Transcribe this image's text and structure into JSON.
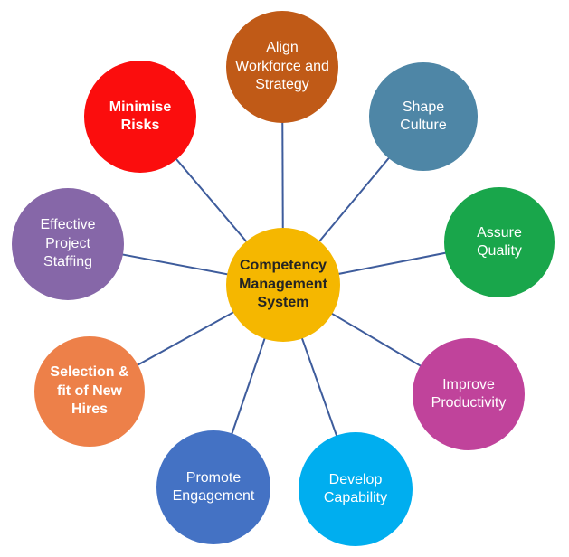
{
  "diagram": {
    "center": {
      "label": "Competency Management System",
      "color": "#F5B700",
      "text_color": "#242424"
    },
    "nodes": [
      {
        "id": "align-workforce-and-strategy",
        "label": "Align Workforce and Strategy",
        "color": "#C05A17",
        "text_color": "#FFFFFF"
      },
      {
        "id": "shape-culture",
        "label": "Shape Culture",
        "color": "#4E86A6",
        "text_color": "#FFFFFF"
      },
      {
        "id": "assure-quality",
        "label": "Assure Quality",
        "color": "#19A64B",
        "text_color": "#FFFFFF"
      },
      {
        "id": "improve-productivity",
        "label": "Improve Productivity",
        "color": "#C0439B",
        "text_color": "#FFFFFF"
      },
      {
        "id": "develop-capability",
        "label": "Develop Capability",
        "color": "#00AEEF",
        "text_color": "#FFFFFF"
      },
      {
        "id": "promote-engagement",
        "label": "Promote Engagement",
        "color": "#4472C4",
        "text_color": "#FFFFFF"
      },
      {
        "id": "selection-fit-of-new-hires",
        "label": "Selection & fit of New Hires",
        "color": "#ED8049",
        "text_color": "#FFFFFF"
      },
      {
        "id": "effective-project-staffing",
        "label": "Effective Project Staffing",
        "color": "#8667A8",
        "text_color": "#FFFFFF"
      },
      {
        "id": "minimise-risks",
        "label": "Minimise Risks",
        "color": "#FB0D0D",
        "text_color": "#FFFFFF"
      }
    ],
    "connector_color": "#3E5C9C",
    "background": "#FFFFFF"
  }
}
